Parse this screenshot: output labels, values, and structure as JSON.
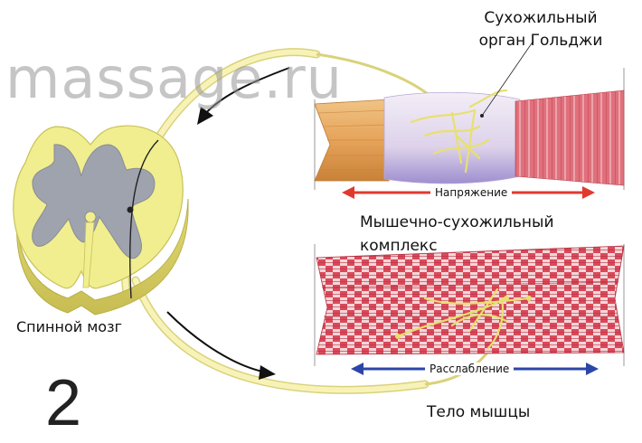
{
  "labels": {
    "watermark": "massage.ru",
    "golgi_line1": "Сухожильный",
    "golgi_line2": "орган Гольджи",
    "tension": "Напряжение",
    "complex_line1": "Мышечно-сухожильный",
    "complex_line2": "комплекс",
    "spinal_cord": "Спинной мозг",
    "relaxation": "Расслабление",
    "muscle_body": "Тело мышцы",
    "figure_number": "2"
  },
  "colors": {
    "nerve_fill": "#f7f3b8",
    "nerve_stroke": "#d9d27a",
    "cord_white": "#f1ee8f",
    "cord_gray": "#9ea3ad",
    "tendon": "#e6a35a",
    "muscle": "#d9495a",
    "tension_arrow": "#e03a2f",
    "relax_arrow": "#2c46a8",
    "golgi_fibers": "#e8e06e"
  },
  "icons": {
    "tension_arrow": "double-arrow-red",
    "relax_arrow": "double-arrow-blue",
    "flow_arrow": "curved-arrow"
  }
}
